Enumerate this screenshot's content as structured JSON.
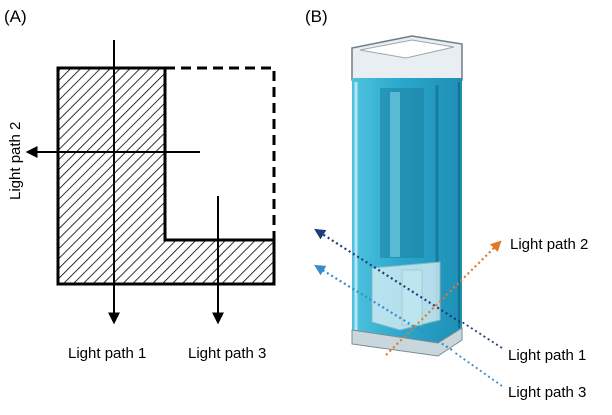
{
  "panel_a": {
    "label": "(A)",
    "light_path_1": "Light path 1",
    "light_path_2": "Light path 2",
    "light_path_3": "Light path 3"
  },
  "panel_b": {
    "label": "(B)",
    "light_path_1": "Light path 1",
    "light_path_2": "Light path 2",
    "light_path_3": "Light path 3"
  },
  "colors": {
    "liquid": "#3cb4d2",
    "path_1": "#1f3c78",
    "path_2": "#e07a2a",
    "path_3": "#3a8cc8",
    "outline": "#000000"
  }
}
